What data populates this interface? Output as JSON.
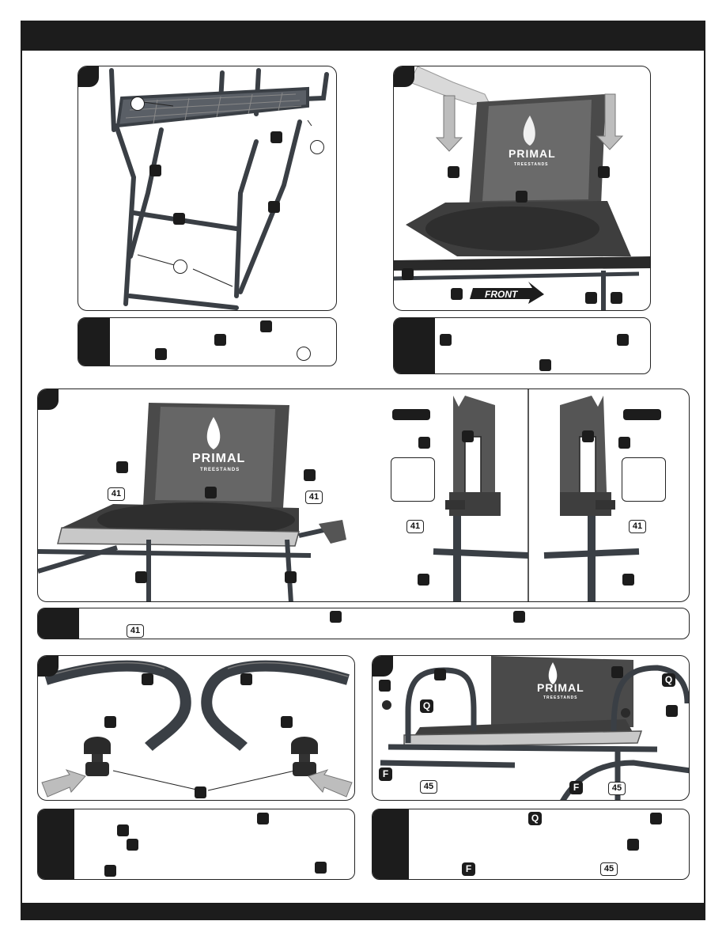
{
  "brand": {
    "name": "PRIMAL",
    "sub": "TREESTANDS"
  },
  "arrow_label": "FRONT",
  "labels": {
    "part_41": "41",
    "part_45": "45",
    "part_Q": "Q",
    "part_F": "F"
  },
  "colors": {
    "bar": "#1c1c1c",
    "metal": "#3a3f45",
    "mesh": "#4a4a4a",
    "arrow_fill": "#bdbdbd"
  }
}
